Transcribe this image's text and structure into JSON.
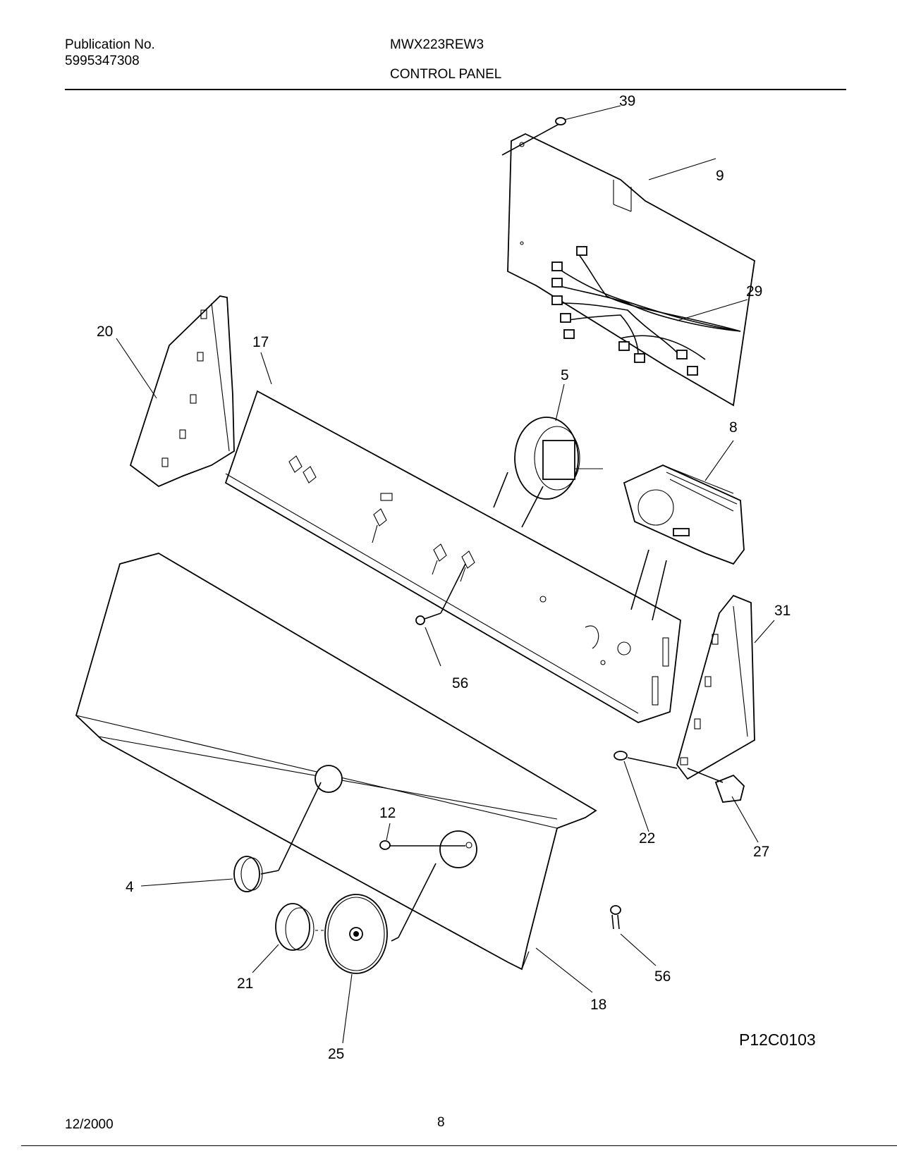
{
  "header": {
    "publication_label": "Publication No.",
    "publication_number": "5995347308",
    "model": "MWX223REW3",
    "section_title": "CONTROL PANEL"
  },
  "diagram": {
    "callouts": {
      "c39": "39",
      "c9": "9",
      "c29": "29",
      "c20": "20",
      "c17": "17",
      "c5": "5",
      "c8": "8",
      "c31": "31",
      "c56a": "56",
      "c22": "22",
      "c27": "27",
      "c12": "12",
      "c4": "4",
      "c21": "21",
      "c25": "25",
      "c56b": "56",
      "c18": "18"
    },
    "drawing_code": "P12C0103"
  },
  "footer": {
    "date": "12/2000",
    "page": "8"
  }
}
